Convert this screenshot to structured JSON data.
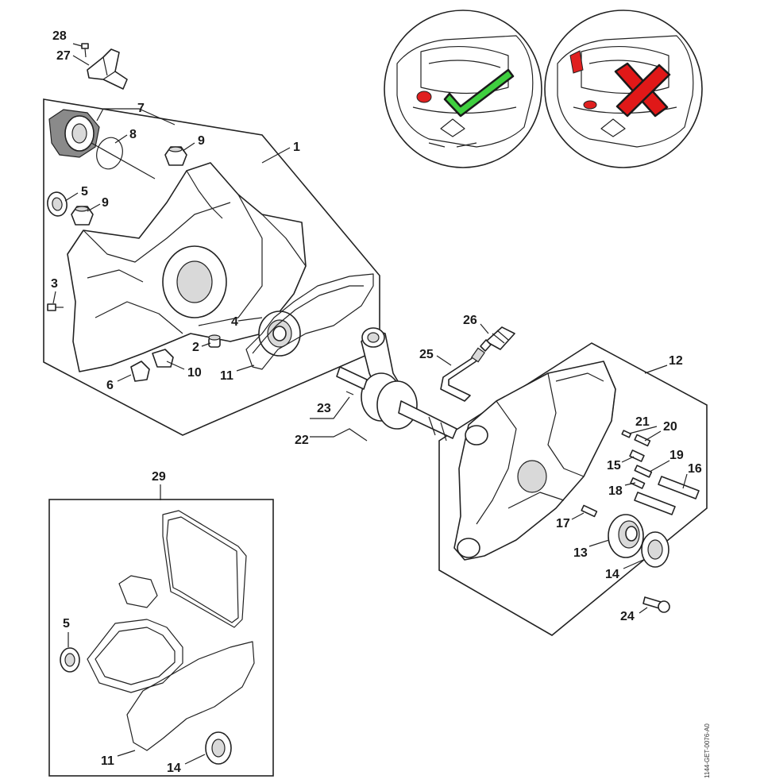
{
  "diagram": {
    "reference_code": "1144-GET-0076-A0",
    "colors": {
      "check": "#3fcf3f",
      "cross": "#e01818",
      "seal_red": "#e02020",
      "line": "#222222"
    },
    "icons": [
      "green-check-icon",
      "red-cross-icon"
    ],
    "labels": {
      "l1": "1",
      "l2": "2",
      "l3": "3",
      "l4": "4",
      "l5a": "5",
      "l5b": "5",
      "l6": "6",
      "l7": "7",
      "l8": "8",
      "l9a": "9",
      "l9b": "9",
      "l10": "10",
      "l11a": "11",
      "l11b": "11",
      "l12": "12",
      "l13": "13",
      "l14a": "14",
      "l14b": "14",
      "l15": "15",
      "l16": "16",
      "l17": "17",
      "l18": "18",
      "l19": "19",
      "l20": "20",
      "l21": "21",
      "l22": "22",
      "l23": "23",
      "l24": "24",
      "l25": "25",
      "l26": "26",
      "l27": "27",
      "l28": "28",
      "l29": "29"
    }
  }
}
